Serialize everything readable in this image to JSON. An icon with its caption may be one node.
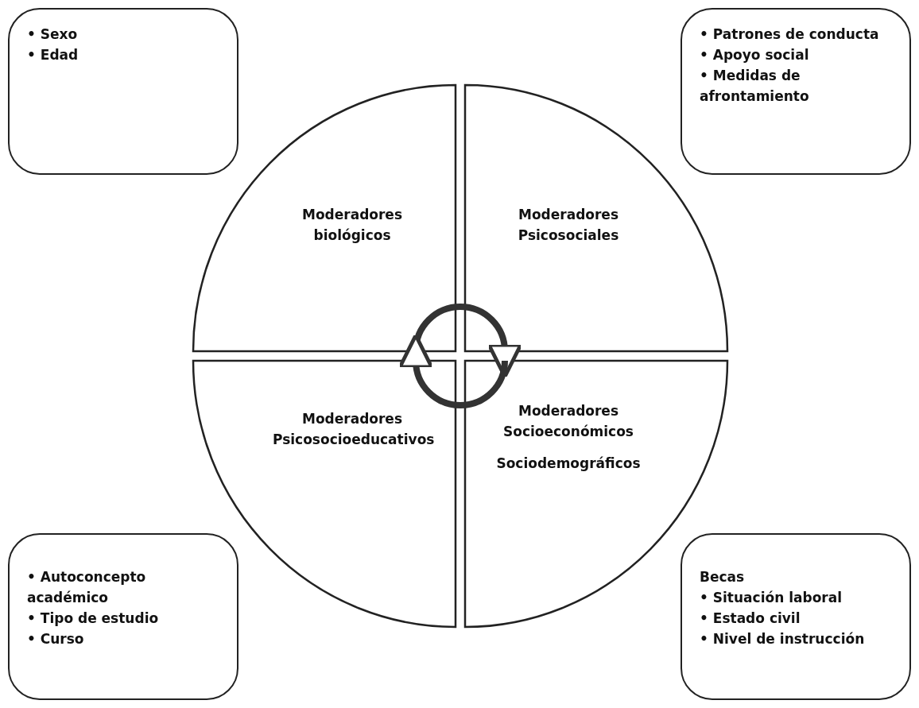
{
  "diagram": {
    "nodes": [
      {
        "text": [
          "• Sexo",
          "• Edad"
        ]
      },
      {
        "text": [
          "• Patrones de conducta",
          "• Apoyo social",
          "• Medidas de afrontamiento"
        ]
      },
      {
        "text": [
          "Moderadores biológicos"
        ]
      },
      {
        "text": [
          "Moderadores Psicosociales"
        ]
      },
      {
        "text": [
          "Moderadores Psicosocioeducativos"
        ]
      },
      {
        "text": [
          "Moderadores Socioeconómicos",
          "Sociodemográficos"
        ]
      },
      {
        "text": [
          "• Autoconcepto académico",
          "• Tipo de estudio",
          "• Curso"
        ]
      },
      {
        "text": [
          "Becas",
          "• Situación laboral",
          "• Estado civil",
          "• Nivel de instrucción"
        ]
      }
    ],
    "edges": [
      {
        "from": 2,
        "to": 3,
        "arrow": "to"
      },
      {
        "from": 5,
        "to": 4,
        "arrow": "to"
      }
    ]
  }
}
